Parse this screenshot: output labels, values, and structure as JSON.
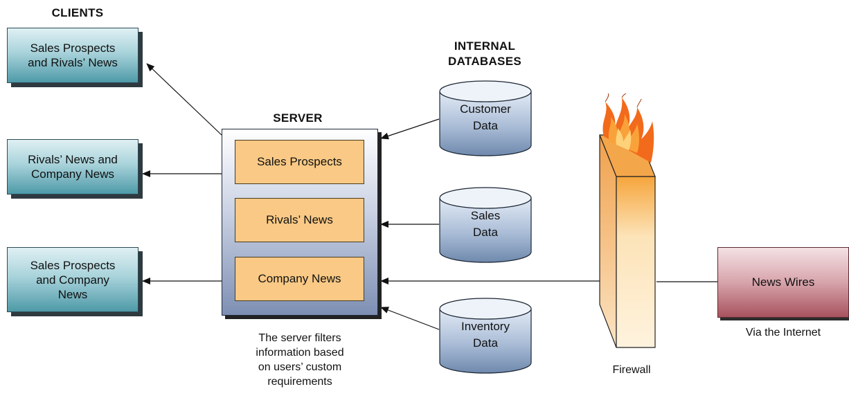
{
  "headings": {
    "clients": "CLIENTS",
    "server": "SERVER",
    "internal_databases_line1": "INTERNAL",
    "internal_databases_line2": "DATABASES"
  },
  "clients": [
    {
      "line1": "Sales Prospects",
      "line2": "and Rivals’ News",
      "line3": ""
    },
    {
      "line1": "Rivals’ News and",
      "line2": "Company News",
      "line3": ""
    },
    {
      "line1": "Sales Prospects",
      "line2": "and Company",
      "line3": "News"
    }
  ],
  "server_modules": [
    "Sales Prospects",
    "Rivals’ News",
    "Company News"
  ],
  "server_caption": [
    "The server filters",
    "information based",
    "on users’ custom",
    "requirements"
  ],
  "databases": [
    {
      "line1": "Customer",
      "line2": "Data"
    },
    {
      "line1": "Sales",
      "line2": "Data"
    },
    {
      "line1": "Inventory",
      "line2": "Data"
    }
  ],
  "firewall_label": "Firewall",
  "news_wires": {
    "label": "News Wires",
    "caption": "Via the Internet"
  },
  "colors": {
    "client_fill": "#7fbcc8",
    "server_fill": "#aab6d1",
    "module_fill": "#f9c985",
    "database_fill": "#9fb3cf",
    "firewall_fill": "#fbe0b0",
    "news_wires_fill": "#c98590",
    "flame": "#f26a1b"
  }
}
